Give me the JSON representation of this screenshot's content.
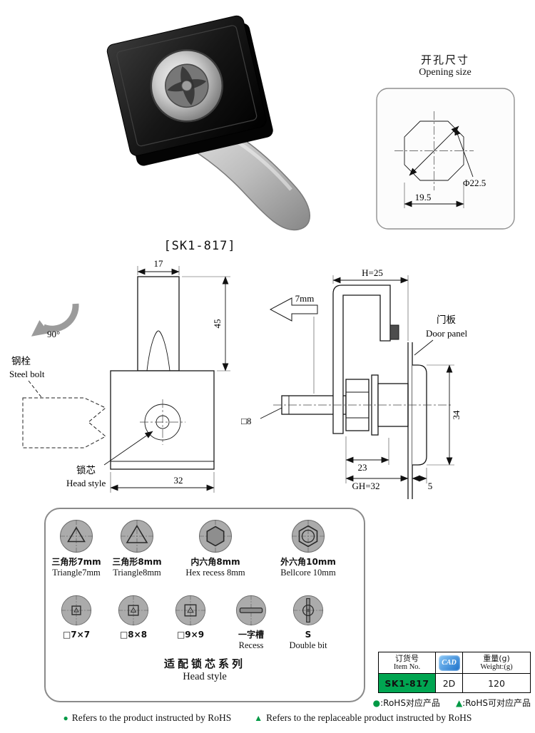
{
  "page": {
    "model_label": "[SK1-817]"
  },
  "opening_size": {
    "title_zh": "开孔尺寸",
    "title_en": "Opening size",
    "dim_flat": "19.5",
    "dim_diag": "Φ22.5"
  },
  "front_view": {
    "dim_stem_width": "17",
    "dim_stem_height": "45",
    "dim_body_width": "32",
    "rotation_label": "90°",
    "steel_bolt_zh": "钢栓",
    "steel_bolt_en": "Steel bolt",
    "head_core_zh": "锁芯",
    "head_core_en": "Head style"
  },
  "side_view": {
    "dim_h": "H=25",
    "dim_travel": "7mm",
    "door_panel_zh": "门板",
    "door_panel_en": "Door panel",
    "dim_spindle": "□8",
    "dim_head_height": "34",
    "dim_body_len": "23",
    "dim_grip": "GH=32",
    "dim_head_thick": "5"
  },
  "head_styles": {
    "row1": [
      {
        "line1": "三角形7mm",
        "line2": "Triangle7mm"
      },
      {
        "line1": "三角形8mm",
        "line2": "Triangle8mm"
      },
      {
        "line1": "内六角8mm",
        "line2": "Hex recess 8mm"
      },
      {
        "line1": "外六角10mm",
        "line2": "Bellcore 10mm"
      }
    ],
    "row2": [
      {
        "line1": "□7×7",
        "line2": ""
      },
      {
        "line1": "□8×8",
        "line2": ""
      },
      {
        "line1": "□9×9",
        "line2": ""
      },
      {
        "line1": "一字槽",
        "line2": "Recess"
      },
      {
        "line1": "S",
        "line2": "Double bit"
      }
    ],
    "caption_zh": "适配锁芯系列",
    "caption_en": "Head style"
  },
  "order_table": {
    "col_item_zh": "订货号",
    "col_item_en": "Item No.",
    "cad_label": "CAD",
    "col_weight_zh": "重量(g)",
    "col_weight_en": "Weight:(g)",
    "item_no": "SK1-817",
    "cad_value": "2D",
    "weight_value": "120"
  },
  "notes": {
    "dot_symbol": "●",
    "dot_text": ":RoHS对应产品",
    "tri_symbol": "▲",
    "tri_text": ":RoHS可对应产品"
  },
  "footer": {
    "dot_symbol": "●",
    "dot_text": "Refers to the product instructed by RoHS",
    "tri_symbol": "▲",
    "tri_text": "Refers to the replaceable product instructed by RoHS"
  },
  "colors": {
    "rohs_green": "#009945",
    "item_cell_green": "#00a551",
    "cad_blue": "#1a6fc9"
  }
}
